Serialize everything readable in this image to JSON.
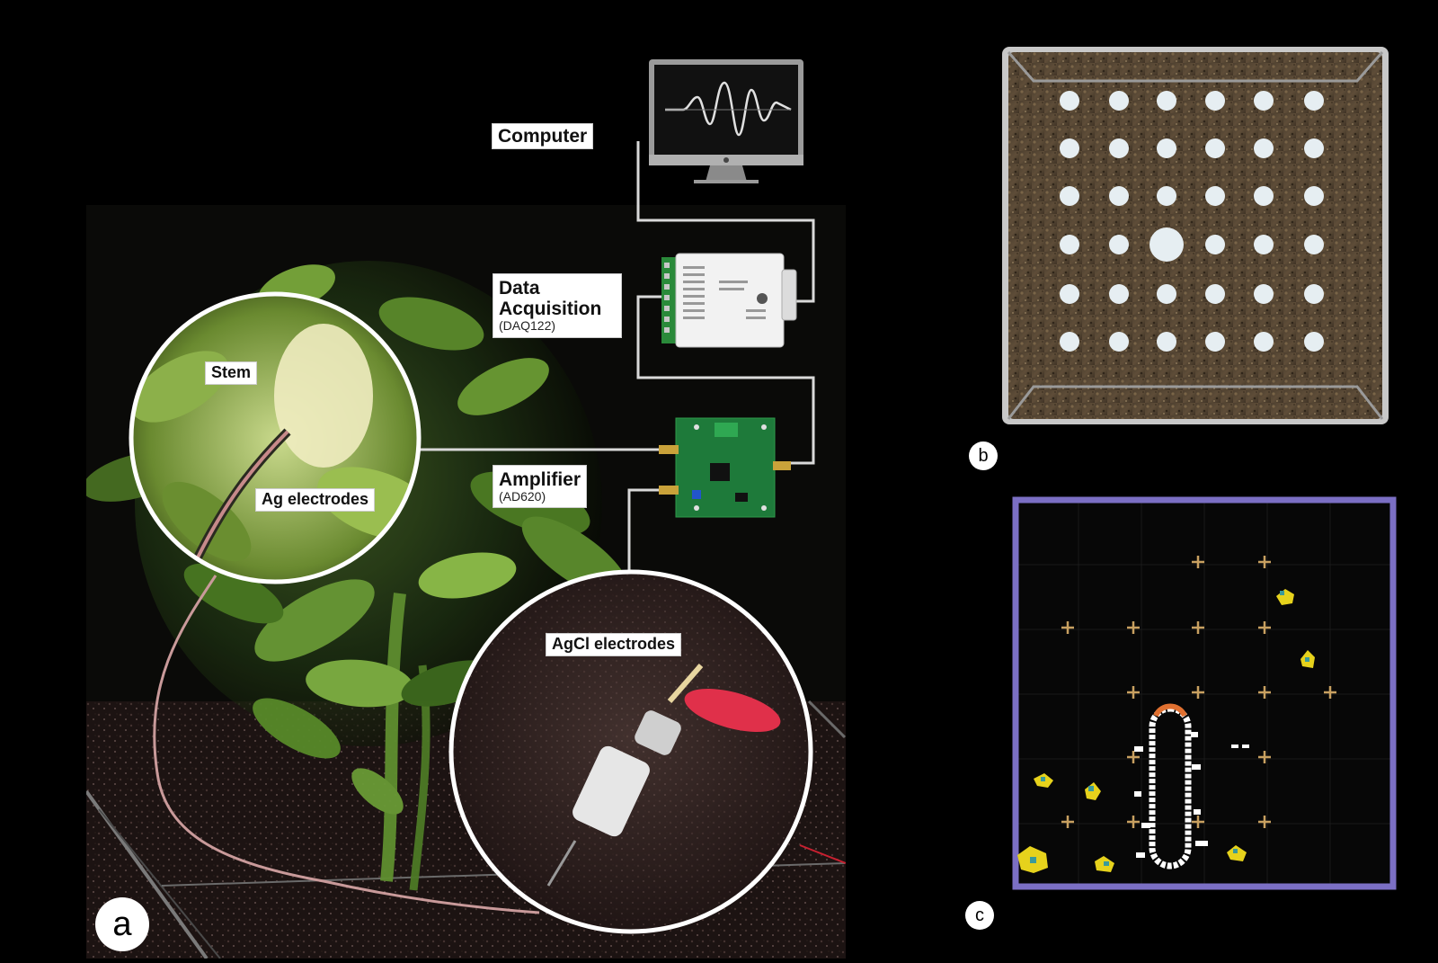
{
  "panel_a": {
    "letter": "a",
    "labels": {
      "computer": "Computer",
      "daq_line1": "Data",
      "daq_line2": "Acquisition",
      "daq_model": "(DAQ122)",
      "amp_name": "Amplifier",
      "amp_model": "(AD620)",
      "stem": "Stem",
      "ag": "Ag electrodes",
      "agcl": "AgCl electrodes"
    }
  },
  "panel_b": {
    "letter": "b"
  },
  "panel_c": {
    "letter": "c"
  },
  "colors": {
    "background": "#000000",
    "wire": "#d9d9d9",
    "pcb": "#1e7a3a",
    "soil": "#5a4a36",
    "frame": "#7b6fc4",
    "marker": "#c8a060",
    "blob": "#e6d21c",
    "root": "#ffffff",
    "tip": "#e07030"
  },
  "icons": [
    "monitor-icon",
    "waveform-icon",
    "daq-device",
    "amplifier-board",
    "plant",
    "electrode"
  ]
}
